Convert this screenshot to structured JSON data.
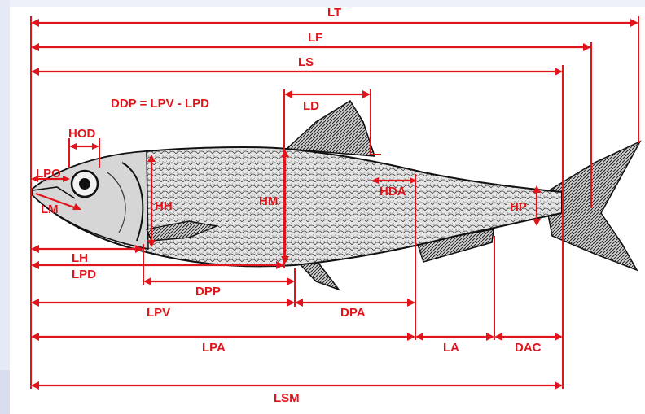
{
  "diagram": {
    "formula": "DDP = LPV - LPD",
    "measurements": {
      "lt": "LT",
      "lf": "LF",
      "ls": "LS",
      "ld": "LD",
      "hod": "HOD",
      "lpo": "LPO",
      "lm": "LM",
      "hh": "HH",
      "hm": "HM",
      "hda": "HDA",
      "hp": "HP",
      "lh": "LH",
      "lpd": "LPD",
      "dpp": "DPP",
      "lpv": "LPV",
      "dpa": "DPA",
      "lpa": "LPA",
      "la": "LA",
      "dac": "DAC",
      "lsm": "LSM"
    }
  },
  "colors": {
    "annotation": "#e1141b",
    "fish_outline": "#111111",
    "fish_body": "#d9d9d9",
    "background": "#ffffff"
  }
}
